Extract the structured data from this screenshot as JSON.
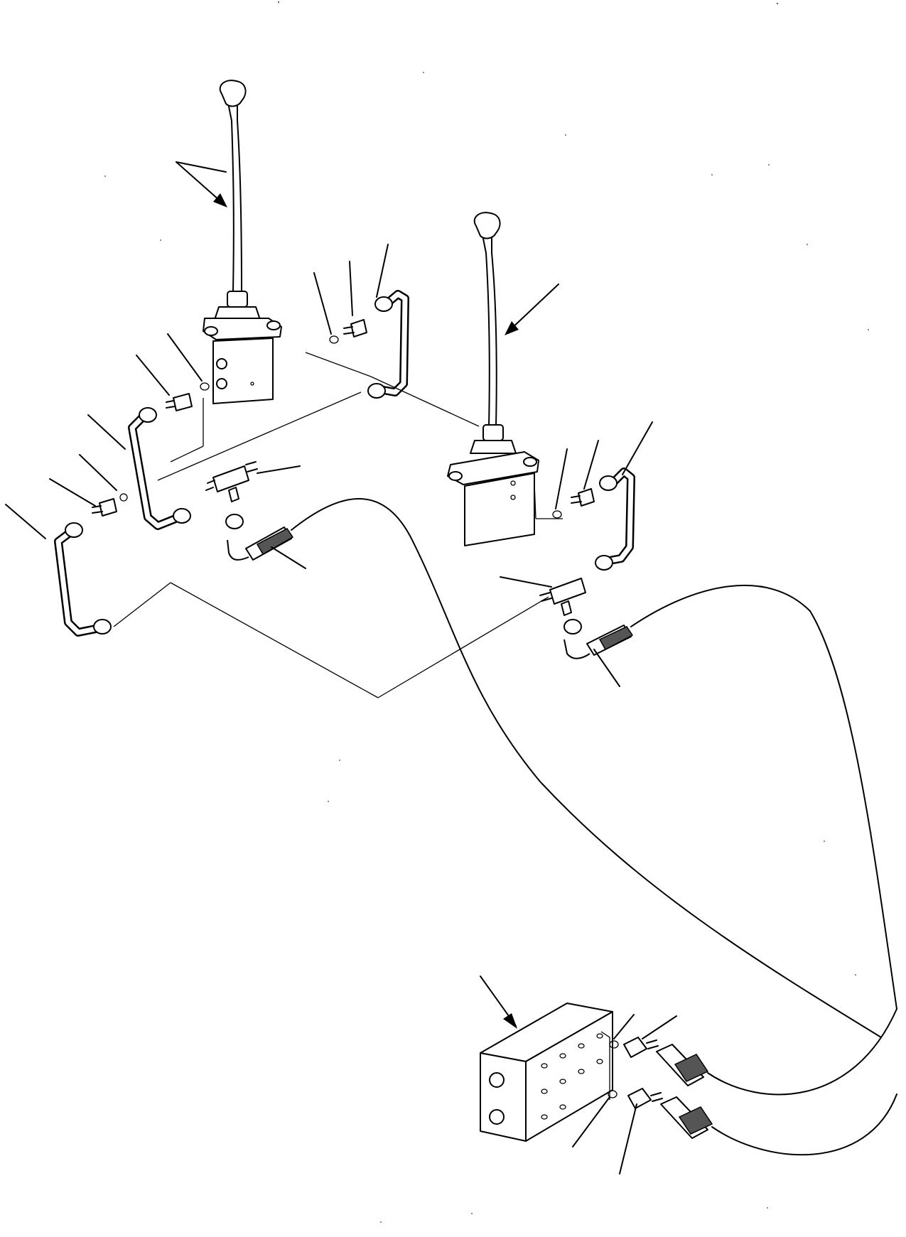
{
  "diagram": {
    "title": "",
    "callouts": [],
    "parts": [
      "control-lever-left",
      "control-lever-right",
      "valve-body-left",
      "valve-body-right",
      "pipe-a",
      "pipe-b",
      "pipe-c",
      "pipe-d",
      "tee-fitting-left",
      "tee-fitting-right",
      "hose-left",
      "hose-right",
      "manifold-block",
      "o-ring",
      "adapter-fitting",
      "hose-end-fitting"
    ]
  }
}
